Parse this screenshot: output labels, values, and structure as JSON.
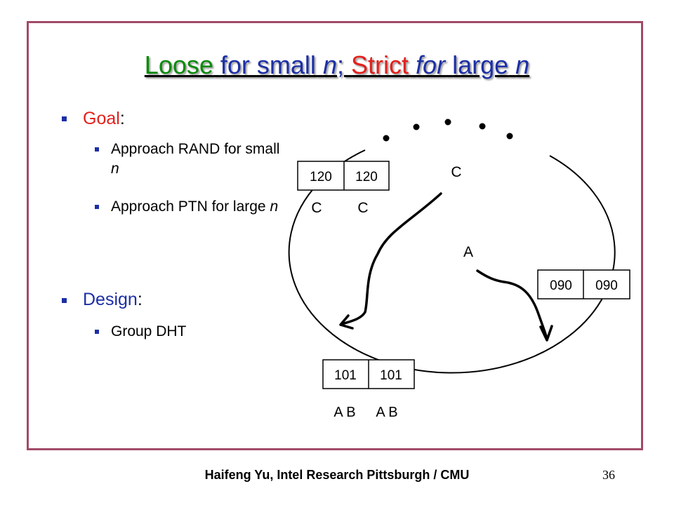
{
  "title": {
    "loose": "Loose",
    "for_small": "for small",
    "n1": "n",
    "semicolon": ";",
    "strict": "Strict",
    "for_italic": "for",
    "large": "large",
    "n2": "n"
  },
  "bullets": {
    "goal": {
      "label": "Goal",
      "colon": ":"
    },
    "goal_sub1": {
      "text": "Approach RAND for small",
      "n": "n"
    },
    "goal_sub2": {
      "text": "Approach PTN for large",
      "n": "n"
    },
    "design": {
      "label": "Design",
      "colon": ":"
    },
    "design_sub1": {
      "text": "Group DHT"
    }
  },
  "diagram": {
    "node_top_left": {
      "cell1": "120",
      "cell2": "120",
      "label1": "C",
      "label2": "C"
    },
    "node_right": {
      "cell1": "090",
      "cell2": "090"
    },
    "node_bottom": {
      "cell1": "101",
      "cell2": "101",
      "label1": "A B",
      "label2": "A B"
    },
    "key_c": "C",
    "key_a": "A"
  },
  "footer": "Haifeng Yu, Intel Research Pittsburgh / CMU",
  "page_number": "36"
}
